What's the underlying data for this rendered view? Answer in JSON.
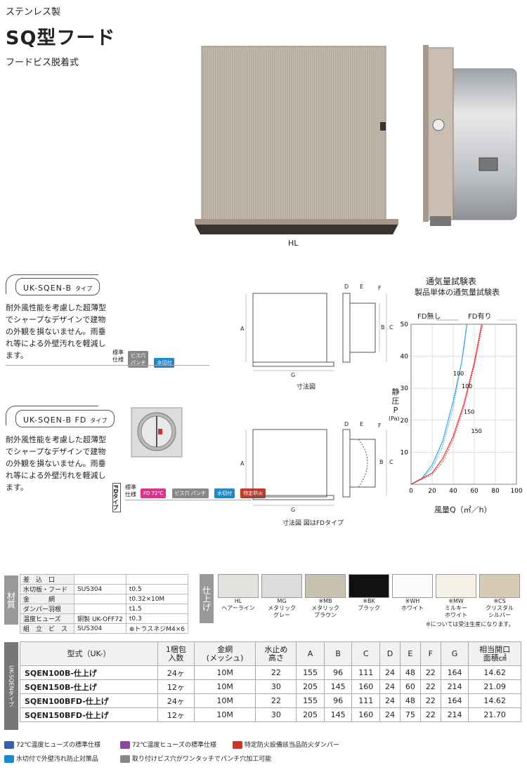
{
  "header": {
    "small": "ステンレス製",
    "title": "SQ型フード",
    "subtitle": "フードビス脱着式"
  },
  "photo_caption": "HL",
  "types": [
    {
      "label": "UK-SQEN-B",
      "label_suffix": "タイプ",
      "desc": "耐外風性能を考慮した超薄型でシャープなデザインで建物の外観を損ないません。雨垂れ等による外壁汚れを軽減します。",
      "std_label": "標準\n仕様",
      "badges": [
        "ビス穴\nパンチ",
        "水切付"
      ],
      "drawing_caption": "寸法図"
    },
    {
      "label": "UK-SQEN-B FD",
      "label_suffix": "タイプ",
      "desc": "耐外風性能を考慮した超薄型でシャープなデザインで建物の外観を損ないません。雨垂れ等による外壁汚れを軽減します。",
      "std_label": "標準\n仕様",
      "fd_tag": "FDタイプ",
      "badges": [
        "FD 72℃",
        "ビス穴\nパンチ",
        "水切付",
        "特定防火"
      ],
      "drawing_caption": "寸法図 図はFDタイプ"
    }
  ],
  "dim_letters": {
    "a": "A",
    "b": "B",
    "c": "C",
    "d": "D",
    "e": "E",
    "f": "F",
    "g": "G"
  },
  "chart_data": {
    "type": "line",
    "title": "通気量試験表",
    "subtitle": "製品単体の通気量試験表",
    "xlabel": "風量Q（㎥／h）",
    "ylabel": "静圧P",
    "yunit": "(Pa)",
    "xlim": [
      0,
      100
    ],
    "ylim": [
      0,
      50
    ],
    "xticks": [
      0,
      20,
      40,
      60,
      80,
      100
    ],
    "yticks": [
      10,
      20,
      30,
      40,
      50
    ],
    "legend": [
      "FD無し",
      "FD有り"
    ],
    "series": [
      {
        "name": "FD無し",
        "color": "#2f9ee0",
        "dash": "dotted",
        "points": [
          [
            0,
            0
          ],
          [
            10,
            1.5
          ],
          [
            20,
            5
          ],
          [
            30,
            12
          ],
          [
            40,
            24
          ],
          [
            50,
            42
          ],
          [
            53,
            50
          ]
        ]
      },
      {
        "name": "FD無し",
        "color": "#2f9ee0",
        "dash": "solid",
        "points": [
          [
            0,
            0
          ],
          [
            10,
            1.8
          ],
          [
            20,
            6
          ],
          [
            30,
            13.5
          ],
          [
            40,
            26
          ],
          [
            48,
            38
          ],
          [
            53,
            50
          ]
        ]
      },
      {
        "name": "FD有り",
        "color": "#e02a2a",
        "dash": "dotted",
        "points": [
          [
            0,
            0
          ],
          [
            20,
            3
          ],
          [
            30,
            7
          ],
          [
            40,
            14
          ],
          [
            50,
            24
          ],
          [
            60,
            37
          ],
          [
            68,
            50
          ]
        ]
      },
      {
        "name": "FD有り",
        "color": "#e02a2a",
        "dash": "solid",
        "points": [
          [
            0,
            0
          ],
          [
            20,
            3.5
          ],
          [
            30,
            8
          ],
          [
            40,
            15
          ],
          [
            50,
            25
          ],
          [
            60,
            38
          ],
          [
            67,
            50
          ]
        ]
      }
    ],
    "annotations": [
      {
        "text": "100",
        "x": 40,
        "y": 34
      },
      {
        "text": "100",
        "x": 48,
        "y": 30
      },
      {
        "text": "150",
        "x": 50,
        "y": 22
      },
      {
        "text": "150",
        "x": 57,
        "y": 16
      }
    ]
  },
  "spec": {
    "side_label": "材質",
    "rows": [
      [
        "差　込　口",
        "",
        ""
      ],
      [
        "水切板・フード",
        "SUS304",
        "t0.5"
      ],
      [
        "金　　　網",
        "",
        "t0.32×10M"
      ],
      [
        "ダンパー羽根",
        "",
        "t1.5"
      ],
      [
        "温度ヒューズ",
        "銅製 UK-OFF72",
        "t0.3"
      ],
      [
        "組　立　ビ　ス",
        "SUS304",
        "⊕トラスネジM4×6"
      ]
    ]
  },
  "finish": {
    "side_label": "仕上げ",
    "colors": [
      {
        "code": "HL",
        "name": "ヘアーライン",
        "hex": "#e4e2df"
      },
      {
        "code": "MG",
        "name": "メタリック\nグレー",
        "hex": "#dcdcdc"
      },
      {
        "code": "※MB",
        "name": "メタリック\nブラウン",
        "hex": "#c9c2b0"
      },
      {
        "code": "※BK",
        "name": "ブラック",
        "hex": "#111111"
      },
      {
        "code": "※WH",
        "name": "ホワイト",
        "hex": "#fbfbfb"
      },
      {
        "code": "※MW",
        "name": "ミルキー\nホワイト",
        "hex": "#f5f1e6"
      },
      {
        "code": "※CS",
        "name": "クリスタル\nシルバー",
        "hex": "#d8cbb5"
      }
    ],
    "note": "※については受注生産になります。"
  },
  "main_table": {
    "side_label": "UK-SQENタイプ",
    "headers": [
      "型式（UK-）",
      "1梱包\n入数",
      "金網\n(メッシュ)",
      "水止め\n高さ",
      "A",
      "B",
      "C",
      "D",
      "E",
      "F",
      "G",
      "相当開口\n面積㎠"
    ],
    "rows": [
      [
        "SQEN100B-仕上げ",
        "24ヶ",
        "10M",
        "22",
        "155",
        "96",
        "111",
        "24",
        "48",
        "22",
        "164",
        "14.62"
      ],
      [
        "SQEN150B-仕上げ",
        "12ヶ",
        "10M",
        "30",
        "205",
        "145",
        "160",
        "24",
        "60",
        "22",
        "214",
        "21.09"
      ],
      [
        "SQEN100BFD-仕上げ",
        "24ヶ",
        "10M",
        "22",
        "155",
        "96",
        "111",
        "24",
        "48",
        "22",
        "164",
        "14.62"
      ],
      [
        "SQEN150BFD-仕上げ",
        "12ヶ",
        "10M",
        "30",
        "205",
        "145",
        "160",
        "24",
        "75",
        "22",
        "214",
        "21.70"
      ]
    ]
  },
  "footer": [
    {
      "text": "72℃温度ヒューズの標準仕様",
      "color": "#3a5ea8"
    },
    {
      "text": "72℃温度ヒューズの標準仕様",
      "color": "#8a4a9a"
    },
    {
      "text": "特定防火設備該当品防火ダンパー",
      "color": "#c0392b"
    },
    {
      "text": "水切付で外壁汚れ防止対策品",
      "color": "#1e88c8"
    },
    {
      "text": "取り付けビス穴がワンタッチでパンチ穴加工可能",
      "color": "#888888"
    }
  ]
}
